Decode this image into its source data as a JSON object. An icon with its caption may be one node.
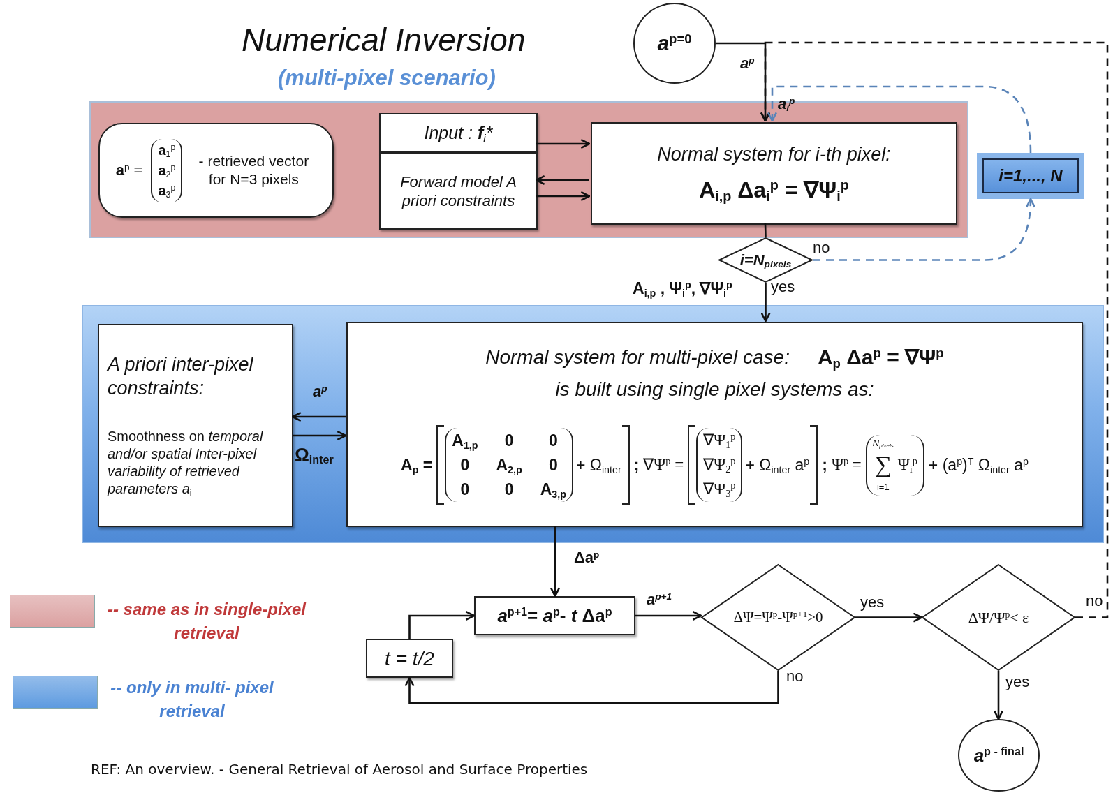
{
  "diagram": {
    "title": "Numerical Inversion",
    "nodes": [
      {
        "text": [],
        "shape": "band"
      },
      {
        "text": [
          "**a**$^{p}$ =",
          "**a**$_{1}$$^{p}$",
          "**a**$_{2}$$^{p}$",
          "**a**$_{3}$$^{p}$",
          "- retrieved vector for N=3 pixels"
        ],
        "in": 0
      },
      {
        "text": [
          "Input : **f**$_{i}$*"
        ],
        "in": 0
      },
      {
        "text": [
          "Forward model A priori constraints"
        ],
        "in": 0
      },
      {
        "text": [
          "Normal system for i-th pixel:",
          "A$_{i,p}$ Δa$_{i}$$^{p}$ = ∇Ψ$_{i}$$^{p}$"
        ],
        "in": 0
      },
      {
        "text": [
          "*a*$^{p=0}$"
        ]
      },
      {
        "text": [
          "i=1,..., N"
        ]
      },
      {
        "text": [
          "i=N$_{pixels}$"
        ]
      },
      {
        "text": [],
        "shape": "band"
      },
      {
        "text": [
          "A priori inter-pixel constraints:",
          "Smoothness on *temporal and/or spatial Inter-pixel variability of retrieved parameters a*$_{i}$"
        ],
        "in": 8
      },
      {
        "text": [
          "Normal system for multi-pixel case:",
          "A$_{p}$ Δa$^{p}$ = ∇Ψ$^{p}$",
          "is built using single pixel systems as:",
          "A$_{p}$ =",
          "A$_{1,p}$",
          "0",
          "0",
          "0",
          "A$_{2,p}$",
          "0",
          "0",
          "0",
          "A$_{3,p}$",
          "+ Ω$_{inter}$",
          ";",
          "∇Ψ$^{p}$ =",
          "∇Ψ$_{1}$$^{p}$",
          "∇Ψ$_{2}$$^{p}$",
          "∇Ψ$_{3}$$^{p}$",
          "+ Ω$_{inter}$ a$^{p}$",
          ";",
          "Ψ$^{p}$ =",
          "N$_{pixels}$",
          "∑",
          "Ψ$_{i}$$^{p}$",
          "i=1",
          "+ (a$^{p}$)$^{T}$ Ω$_{inter}$ a$^{p}$"
        ],
        "in": 8
      },
      {
        "text": [
          "*a*$^{p+1}$= *a*$^{p}$- *t* Δa$^{p}$"
        ]
      },
      {
        "text": [
          "t = t/2"
        ]
      },
      {
        "text": [
          "ΔΨ=Ψ$^{p}$-Ψ$^{p+1}$>0"
        ]
      },
      {
        "text": [
          "ΔΨ/Ψ$^{p}$< ε"
        ]
      },
      {
        "text": [
          "*a*$^{p - final}$"
        ]
      }
    ],
    "edges": [
      {
        "from": 5,
        "to": 4,
        "arrow": "to",
        "label": "*a*$^{p}$"
      },
      {
        "from": 14,
        "to": 4,
        "arrow": "to",
        "label": "no",
        "style": "dashed"
      },
      {
        "from": 4,
        "to": 7,
        "arrow": "none"
      },
      {
        "from": 7,
        "to": 6,
        "arrow": "to",
        "label": "no",
        "style": "dashed",
        "color": "#5a84b8"
      },
      {
        "from": 6,
        "to": 4,
        "arrow": "to",
        "style": "dashed",
        "color": "#5a84b8"
      },
      {
        "from": 7,
        "to": 10,
        "arrow": "to",
        "label": "yes"
      },
      {
        "from": 2,
        "to": 4,
        "arrow": "to"
      },
      {
        "from": 4,
        "to": 3,
        "arrow": "to"
      },
      {
        "from": 3,
        "to": 4,
        "arrow": "to"
      },
      {
        "from": 10,
        "to": 9,
        "arrow": "to",
        "label": "*a*$^{p}$"
      },
      {
        "from": 9,
        "to": 10,
        "arrow": "to",
        "label": "Ω$_{inter}$"
      },
      {
        "from": 10,
        "to": 11,
        "arrow": "to",
        "label": "Δa$^{p}$"
      },
      {
        "from": 11,
        "to": 13,
        "arrow": "to",
        "label": "*a*$^{p+1}$"
      },
      {
        "from": 13,
        "to": 14,
        "arrow": "to",
        "label": "yes"
      },
      {
        "from": 13,
        "to": 12,
        "arrow": "to",
        "label": "no"
      },
      {
        "from": 12,
        "to": 11,
        "arrow": "to"
      },
      {
        "from": 14,
        "to": 15,
        "arrow": "to",
        "label": "yes"
      }
    ],
    "labels": [
      "(multi-pixel scenario)",
      "*a*$_{i}$$^{p}$",
      "A$_{i,p}$ , Ψ$_{i}$$^{p}$, ∇Ψ$_{i}$$^{p}$",
      "REF: An overview. - General Retrieval of Aerosol and Surface Properties"
    ],
    "legend": [
      {
        "text": "-- same as in single-pixel retrieval",
        "color": "#dba1a1"
      },
      {
        "text": "-- only in multi- pixel retrieval",
        "color": "#5e9be0"
      }
    ]
  }
}
